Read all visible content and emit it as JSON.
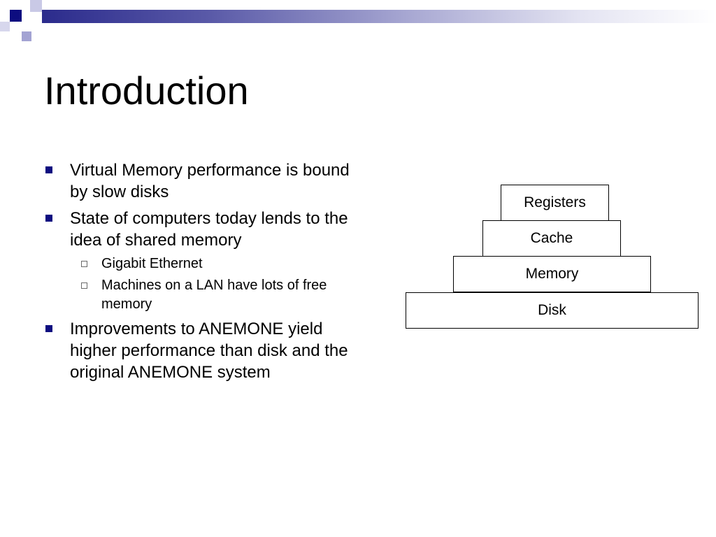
{
  "slide": {
    "title": "Introduction",
    "bullets": [
      {
        "text": "Virtual Memory performance is bound by slow disks"
      },
      {
        "text": "State of computers today lends to the idea of shared memory",
        "sub": [
          "Gigabit Ethernet",
          "Machines on a LAN have lots of free memory"
        ]
      },
      {
        "text": "Improvements to ANEMONE yield higher performance than disk and the original ANEMONE system"
      }
    ]
  },
  "hierarchy": {
    "levels": [
      "Registers",
      "Cache",
      "Memory",
      "Disk"
    ]
  },
  "colors": {
    "accent": "#0d0d80",
    "text": "#000000",
    "background": "#ffffff"
  }
}
